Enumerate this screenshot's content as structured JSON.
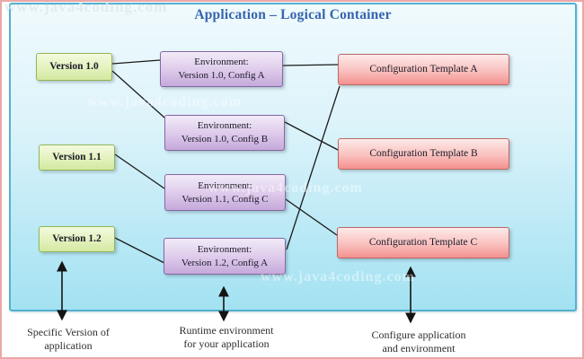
{
  "title": "Application – Logical Container",
  "watermark_text": "www.java4coding.com",
  "versions": [
    {
      "label": "Version 1.0"
    },
    {
      "label": "Version 1.1"
    },
    {
      "label": "Version 1.2"
    }
  ],
  "environments": [
    {
      "line1": "Environment:",
      "line2": "Version 1.0, Config A"
    },
    {
      "line1": "Environment:",
      "line2": "Version 1.0, Config B"
    },
    {
      "line1": "Environment:",
      "line2": "Version 1.1, Config C"
    },
    {
      "line1": "Environment:",
      "line2": "Version 1.2, Config A"
    }
  ],
  "templates": [
    {
      "label": "Configuration Template A"
    },
    {
      "label": "Configuration Template B"
    },
    {
      "label": "Configuration Template C"
    }
  ],
  "captions": {
    "versions": {
      "line1": "Specific Version of",
      "line2": "application"
    },
    "runtime": {
      "line1": "Runtime environment",
      "line2": "for your application"
    },
    "configure": {
      "line1": "Configure application",
      "line2": "and environment"
    }
  },
  "colors": {
    "title_text": "#3565ae",
    "outer_border": "#eaa7a7",
    "panel_border": "#54b1cf",
    "panel_fill_top": "#f0fafd",
    "panel_fill_bottom": "#a3e2f2",
    "version_fill": "#d9ecae",
    "version_border": "#95b655",
    "environment_fill": "#cfb3e0",
    "environment_border": "#8566a6",
    "template_fill": "#f59b98",
    "template_border": "#ba6967",
    "connector": "#1a1a1a"
  }
}
